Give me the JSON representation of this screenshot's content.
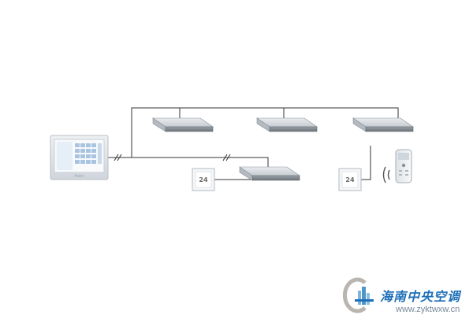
{
  "thermostat_1": {
    "display": "24"
  },
  "thermostat_2": {
    "display": "24"
  },
  "central_panel": {
    "logo": "Haier"
  },
  "watermark": {
    "brand": "海南中央空调",
    "url": "www.zyktwxw.cn"
  }
}
